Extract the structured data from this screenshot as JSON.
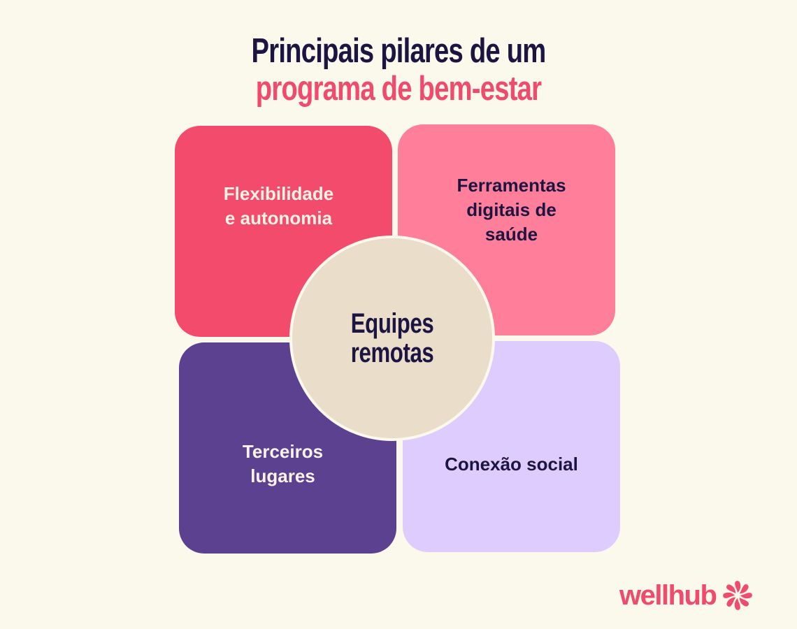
{
  "title": {
    "line1": "Principais pilares de um",
    "line2": "programa de bem-estar"
  },
  "colors": {
    "background": "#FBF8EC",
    "navy": "#1C1541",
    "brand_pink": "#F04A6C",
    "box_top_left": "#F24B6C",
    "box_top_right": "#FF7F9B",
    "box_bottom_left": "#5B418F",
    "box_bottom_right": "#DDCCFD",
    "center": "#EADDCA"
  },
  "center": {
    "line1": "Equipes",
    "line2": "remotas"
  },
  "pillars": [
    {
      "position": "top-left",
      "lines": [
        "Flexibilidade",
        "e autonomia"
      ]
    },
    {
      "position": "top-right",
      "lines": [
        "Ferramentas",
        "digitais de",
        "saúde"
      ]
    },
    {
      "position": "bottom-left",
      "lines": [
        "Terceiros",
        "lugares"
      ]
    },
    {
      "position": "bottom-right",
      "lines": [
        "Conexão social"
      ]
    }
  ],
  "logo": {
    "text": "wellhub",
    "icon": "swirl-flower-icon"
  }
}
